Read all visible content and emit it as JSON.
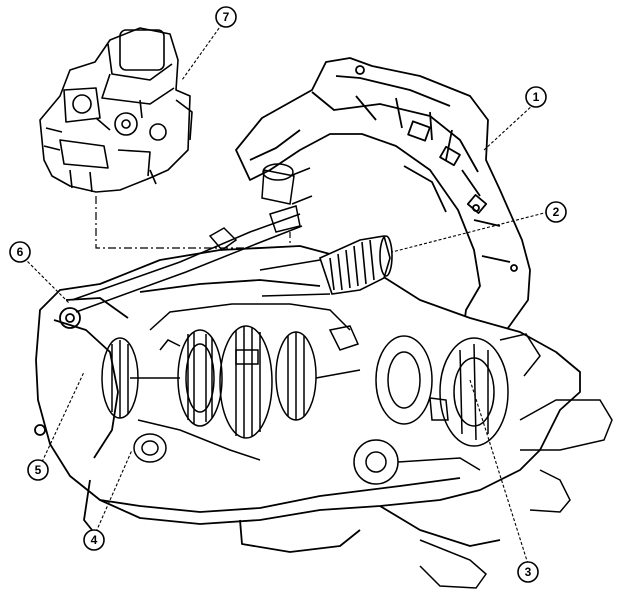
{
  "callouts": [
    {
      "id": "c1",
      "label": "1"
    },
    {
      "id": "c2",
      "label": "2"
    },
    {
      "id": "c3",
      "label": "3"
    },
    {
      "id": "c4",
      "label": "4"
    },
    {
      "id": "c5",
      "label": "5"
    },
    {
      "id": "c6",
      "label": "6"
    },
    {
      "id": "c7",
      "label": "7"
    }
  ],
  "colors": {
    "ink": "#000000",
    "paper": "#ffffff"
  }
}
